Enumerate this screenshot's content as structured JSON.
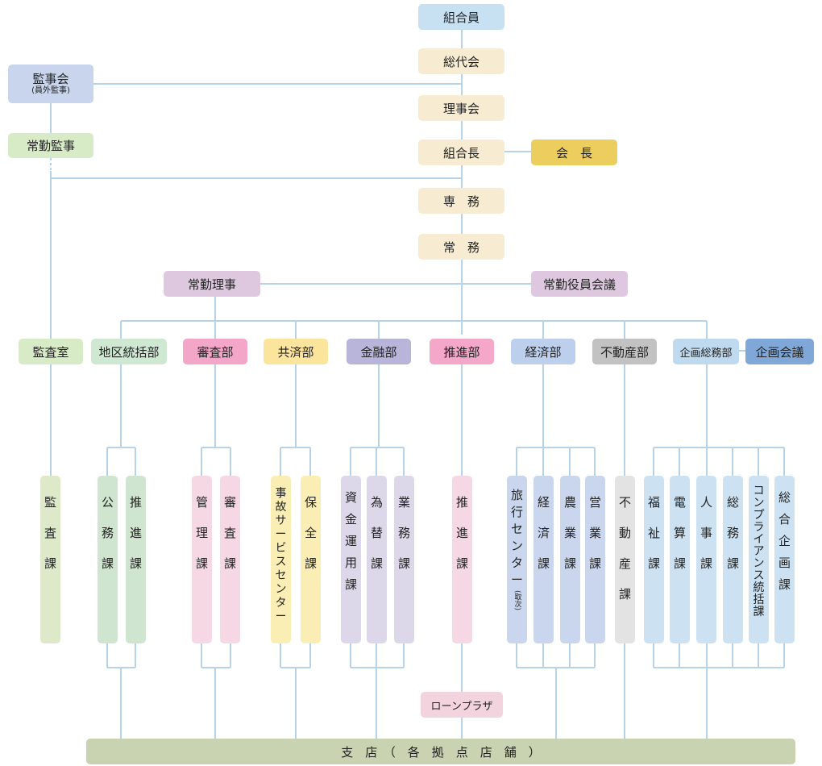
{
  "top": {
    "members": "組合員",
    "general_assembly": "総代会",
    "board": "理事会",
    "president": "組合長",
    "chairman": "会　長",
    "senior_md": "専　務",
    "md": "常　務"
  },
  "audit": {
    "board": "監事会",
    "board_sub": "(員外監事)",
    "fulltime": "常勤監事"
  },
  "middle": {
    "fulltime_director": "常勤理事",
    "exec_meeting": "常勤役員会議"
  },
  "departments": {
    "audit_office": "監査室",
    "regional": "地区統括部",
    "screening": "審査部",
    "mutual_aid": "共済部",
    "finance": "金融部",
    "promotion": "推進部",
    "economic": "経済部",
    "real_estate": "不動産部",
    "planning": "企画総務部",
    "planning_meeting": "企画会議"
  },
  "sections": {
    "audit": [
      "監",
      "査",
      "課"
    ],
    "public": [
      "公",
      "務",
      "課"
    ],
    "promo_r": [
      "推",
      "進",
      "課"
    ],
    "management": [
      "管",
      "理",
      "課"
    ],
    "screening": [
      "審",
      "査",
      "課"
    ],
    "accident": [
      "事",
      "故",
      "サ",
      "ー",
      "ビ",
      "ス",
      "セ",
      "ン",
      "タ",
      "ー"
    ],
    "insurance": [
      "保",
      "全",
      "課"
    ],
    "funds": [
      "資",
      "金",
      "運",
      "用",
      "課"
    ],
    "exchange": [
      "為",
      "替",
      "課"
    ],
    "business": [
      "業",
      "務",
      "課"
    ],
    "promotion": [
      "推",
      "進",
      "課"
    ],
    "travel": [
      "旅",
      "行",
      "セ",
      "ン",
      "タ",
      "ー"
    ],
    "travel_sub": "(取次)",
    "economy": [
      "経",
      "済",
      "課"
    ],
    "agriculture": [
      "農",
      "業",
      "課"
    ],
    "sales": [
      "営",
      "業",
      "課"
    ],
    "realestate": [
      "不",
      "動",
      "産",
      "課"
    ],
    "welfare": [
      "福",
      "祉",
      "課"
    ],
    "computing": [
      "電",
      "算",
      "課"
    ],
    "personnel": [
      "人",
      "事",
      "課"
    ],
    "general": [
      "総",
      "務",
      "課"
    ],
    "compliance": [
      "コ",
      "ン",
      "プ",
      "ラ",
      "イ",
      "ア",
      "ン",
      "ス",
      "統",
      "括",
      "課"
    ],
    "planning": [
      "総",
      "合",
      "企",
      "画",
      "課"
    ]
  },
  "loan_plaza": "ローンプラザ",
  "branches": "支　店　（　各　拠　点　店　舗　）",
  "colors": {
    "line": "#b7d3ea"
  }
}
